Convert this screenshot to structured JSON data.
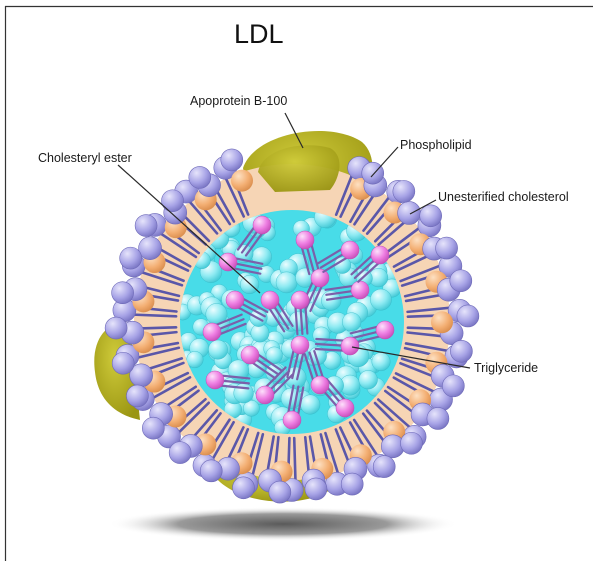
{
  "title": "LDL",
  "labels": {
    "apoprotein": "Apoprotein B-100",
    "phospholipid": "Phospholipid",
    "cholesteryl_ester": "Cholesteryl ester",
    "unesterified_cholesterol": "Unesterified cholesterol",
    "triglyceride": "Triglyceride"
  },
  "colors": {
    "apoprotein": "#b2ad1e",
    "phospholipid_head": "#a7a3e6",
    "phospholipid_tail": "#5a57a9",
    "unesterified_cholesterol": "#f3ae72",
    "shell_band": "#f6d5b5",
    "core": "#48dce8",
    "core_sphere": "#a6f1f6",
    "cholesteryl_ester": "#ee7ee2",
    "triglyceride_tail": "#7b60aa"
  }
}
